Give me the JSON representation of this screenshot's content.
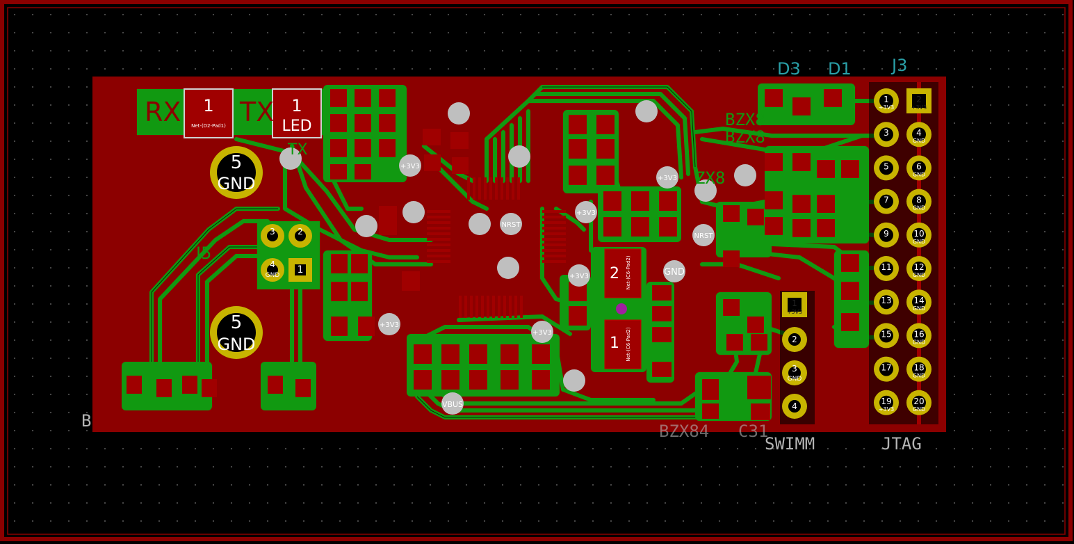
{
  "colors": {
    "background": "#000000",
    "edge_cuts": "#8b0000",
    "copper_fill": "#8c0000",
    "pad_red": "#a00000",
    "track": "#119911",
    "track_dark": "#062a06",
    "pad_gold": "#c8b400",
    "via": "#bfbfbf",
    "silkscreen": "#b4b4b4",
    "ref_text": "#2aa0a8"
  },
  "references": {
    "d3": "D3",
    "d1": "D1",
    "j3": "J3"
  },
  "silkscreen": {
    "rx": "RX",
    "tx": "TX",
    "tx_small": "TX",
    "swimm": "SWIMM",
    "jtag": "JTAG",
    "b_left": "B",
    "bzx_top1": "BZX8",
    "bzx_top2": "BZX8",
    "bzx_mid": "ZX8",
    "bzx_bottom": "BZX84",
    "c31": "C31",
    "j5": "J5"
  },
  "pads": {
    "rx_pad_num": "1",
    "rx_pad_net": "Net-(D2-Pad1)",
    "tx_pad_num": "1",
    "tx_pad_name": "LED",
    "mount_top_num": "5",
    "mount_top_name": "GND",
    "mount_bot_num": "5",
    "mount_bot_name": "GND",
    "j5_pin3": "3",
    "j5_pin2": "2",
    "j5_pin4": "4",
    "j5_pin4_name": "GND",
    "j5_pin1": "1",
    "cap_pin2": "2",
    "cap_pin2_net": "Net-(C6-Pad2)",
    "cap_pin1": "1",
    "cap_pin1_net": "Net-(C6-Pad2)"
  },
  "vias": {
    "v3v3_a": "+3V3",
    "v3v3_b": "+3V3",
    "v3v3_c": "+3V3",
    "v3v3_d": "+3V3",
    "v3v3_e": "+3V3",
    "v3v3_f": "+3V3",
    "nrst_a": "NRST",
    "nrst_b": "NRST",
    "gnd": "GND",
    "vbus": "VBUS"
  },
  "swimm_pins": [
    {
      "num": "1",
      "name": "+3V3"
    },
    {
      "num": "2",
      "name": ""
    },
    {
      "num": "3",
      "name": "GND"
    },
    {
      "num": "4",
      "name": ""
    }
  ],
  "jtag_pins": [
    {
      "odd": "1",
      "odd_name": "+3V3",
      "even": "2",
      "even_name": "+3V3"
    },
    {
      "odd": "3",
      "odd_name": "",
      "even": "4",
      "even_name": "GND"
    },
    {
      "odd": "5",
      "odd_name": "",
      "even": "6",
      "even_name": "GND"
    },
    {
      "odd": "7",
      "odd_name": "",
      "even": "8",
      "even_name": "GND"
    },
    {
      "odd": "9",
      "odd_name": "",
      "even": "10",
      "even_name": "GND"
    },
    {
      "odd": "11",
      "odd_name": "",
      "even": "12",
      "even_name": "GND"
    },
    {
      "odd": "13",
      "odd_name": "",
      "even": "14",
      "even_name": "GND"
    },
    {
      "odd": "15",
      "odd_name": "",
      "even": "16",
      "even_name": "GND"
    },
    {
      "odd": "17",
      "odd_name": "",
      "even": "18",
      "even_name": "GND"
    },
    {
      "odd": "19",
      "odd_name": "+3V3",
      "even": "20",
      "even_name": "GND"
    }
  ]
}
